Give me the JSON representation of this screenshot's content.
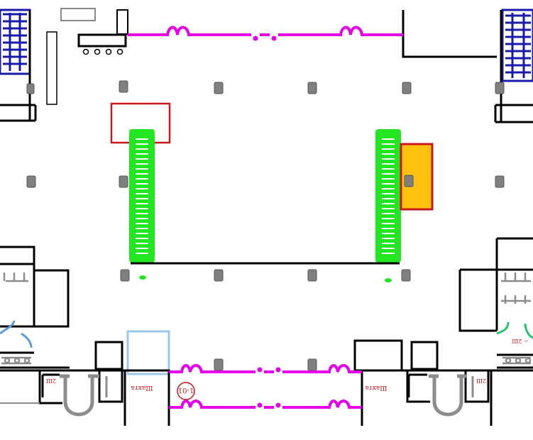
{
  "labels": {
    "room_code": "1-01",
    "sign_left": "Шахта",
    "sign_right": "Шахта",
    "tag_left": "2Ш",
    "tag_right": "2Ш",
    "tag_side": "~ 2Ш"
  },
  "colors": {
    "walls": "#000000",
    "stairs": "#1a1aa8",
    "escalators": "#22e622",
    "barriers": "#e600e6",
    "highlight_zone": "#ffc20e",
    "highlight_border": "#c8181e",
    "doors": "#5b9bd5",
    "elevator_box": "#9cc8e8",
    "columns": "#808080",
    "fixtures": "#8c8c8c"
  }
}
